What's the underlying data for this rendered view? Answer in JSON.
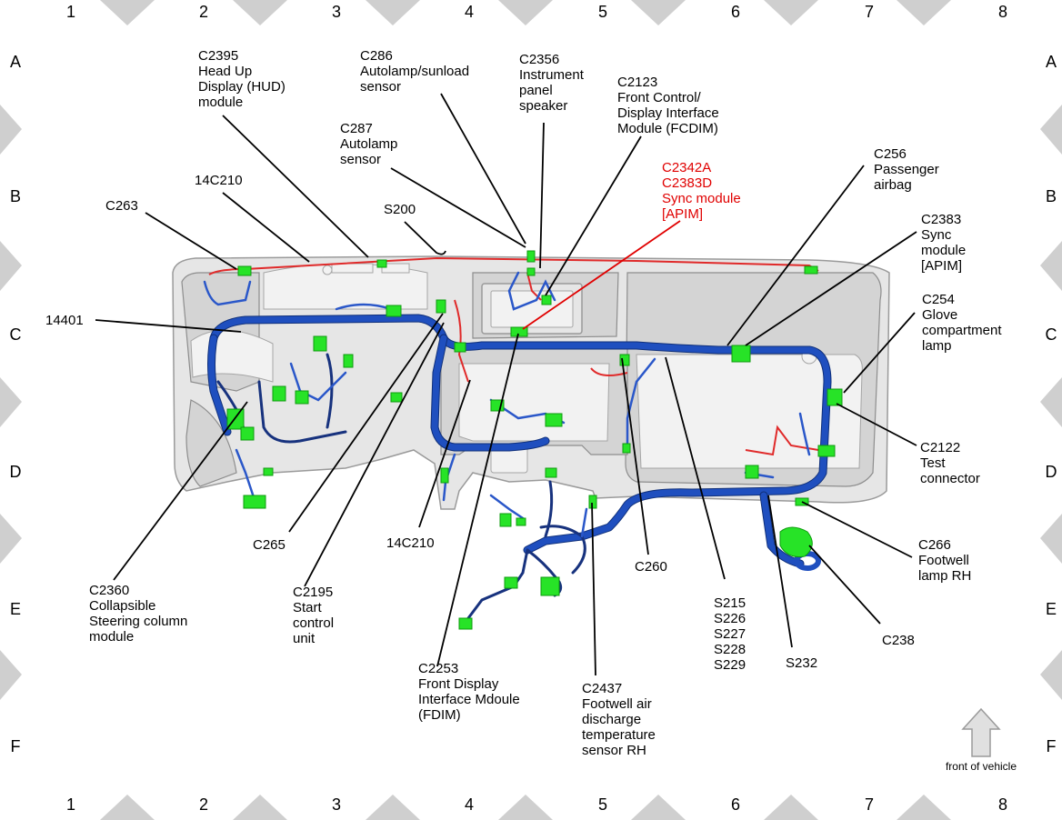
{
  "grid": {
    "columns": [
      "1",
      "2",
      "3",
      "4",
      "5",
      "6",
      "7",
      "8"
    ],
    "rows": [
      "A",
      "B",
      "C",
      "D",
      "E",
      "F"
    ]
  },
  "labels": {
    "c2395": [
      "C2395",
      "Head Up",
      "Display (HUD)",
      "module"
    ],
    "c286": [
      "C286",
      "Autolamp/sunload",
      "sensor"
    ],
    "c2356": [
      "C2356",
      "Instrument",
      "panel",
      "speaker"
    ],
    "c2123": [
      "C2123",
      "Front Control/",
      "Display Interface",
      "Module (FCDIM)"
    ],
    "c287": [
      "C287",
      "Autolamp",
      "sensor"
    ],
    "c2342a": [
      "C2342A",
      "C2383D",
      "Sync module",
      "[APIM]"
    ],
    "c256": [
      "C256",
      "Passenger",
      "airbag"
    ],
    "c14c210_top": [
      "14C210"
    ],
    "c263": [
      "C263"
    ],
    "s200": [
      "S200"
    ],
    "c2383": [
      "C2383",
      "Sync",
      "module",
      "[APIM]"
    ],
    "c14401": [
      "14401"
    ],
    "c254": [
      "C254",
      "Glove",
      "compartment",
      "lamp"
    ],
    "c2122": [
      "C2122",
      "Test",
      "connector"
    ],
    "c265": [
      "C265"
    ],
    "c14c210_bot": [
      "14C210"
    ],
    "c260": [
      "C260"
    ],
    "c266": [
      "C266",
      "Footwell",
      "lamp RH"
    ],
    "c2360": [
      "C2360",
      "Collapsible",
      "Steering column",
      "module"
    ],
    "c2195": [
      "C2195",
      "Start",
      "control",
      "unit"
    ],
    "s215": [
      "S215",
      "S226",
      "S227",
      "S228",
      "S229"
    ],
    "s232": [
      "S232"
    ],
    "c238": [
      "C238"
    ],
    "c2253": [
      "C2253",
      "Front Display",
      "Interface Mdoule",
      "(FDIM)"
    ],
    "c2437": [
      "C2437",
      "Footwell air",
      "discharge",
      "temperature",
      "sensor RH"
    ]
  },
  "front_indicator": {
    "label": "front of vehicle",
    "icon": "up-arrow-icon"
  },
  "colors": {
    "harness": "#1f4fbf",
    "connector": "#27e327",
    "highlight": "#e00000",
    "panel": "#e6e6e6"
  }
}
